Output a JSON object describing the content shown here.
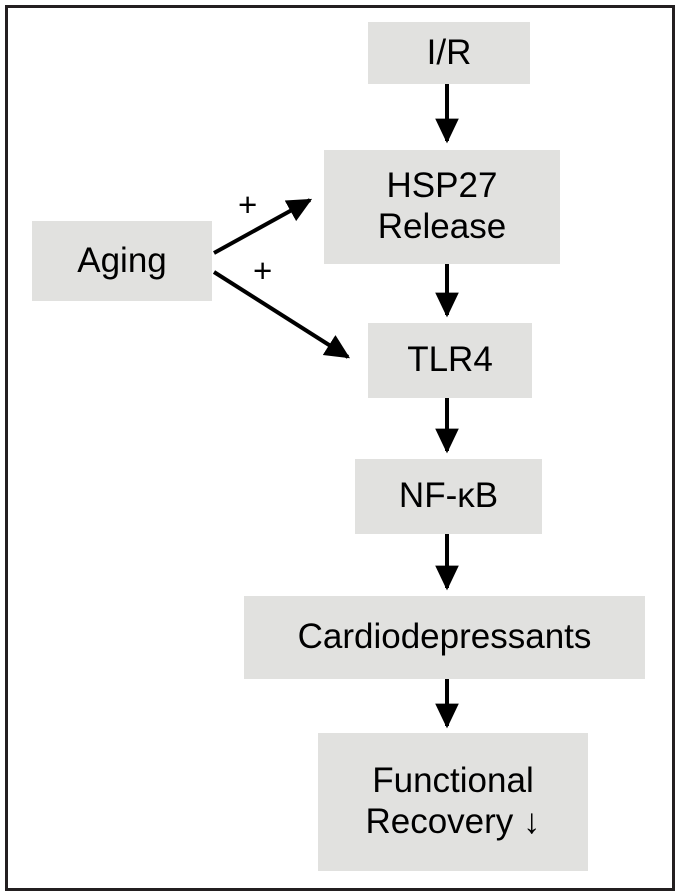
{
  "figure": {
    "title": "Aging-HSP27-TLR4-NF-kB signaling pathway schematic",
    "border_color": "#231f20",
    "background_color": "#ffffff",
    "node_fill_color": "#e1e1df",
    "text_color": "#000000",
    "arrow_color": "#000000"
  },
  "nodes": [
    {
      "id": "ir",
      "label": "I/R"
    },
    {
      "id": "hsp27",
      "label": "HSP27\nRelease"
    },
    {
      "id": "aging",
      "label": "Aging"
    },
    {
      "id": "tlr4",
      "label": "TLR4"
    },
    {
      "id": "nfkb",
      "label": "NF-κB"
    },
    {
      "id": "cardiodepressants",
      "label": "Cardiodepressants"
    },
    {
      "id": "functional_recovery",
      "label": "Functional\nRecovery ↓"
    }
  ],
  "edges": [
    {
      "id": "ir-to-hsp27",
      "from": "ir",
      "to": "hsp27",
      "label": "",
      "style": "vertical-arrow"
    },
    {
      "id": "aging-to-hsp27",
      "from": "aging",
      "to": "hsp27",
      "label": "+",
      "style": "diagonal-arrow-up"
    },
    {
      "id": "aging-to-tlr4",
      "from": "aging",
      "to": "tlr4",
      "label": "+",
      "style": "diagonal-arrow-down"
    },
    {
      "id": "hsp27-to-tlr4",
      "from": "hsp27",
      "to": "tlr4",
      "label": "",
      "style": "vertical-arrow"
    },
    {
      "id": "tlr4-to-nfkb",
      "from": "tlr4",
      "to": "nfkb",
      "label": "",
      "style": "vertical-arrow"
    },
    {
      "id": "nfkb-to-cardiodepressants",
      "from": "nfkb",
      "to": "cardiodepressants",
      "label": "",
      "style": "vertical-arrow"
    },
    {
      "id": "cardiodepressants-to-functional-recovery",
      "from": "cardiodepressants",
      "to": "functional_recovery",
      "label": "",
      "style": "vertical-arrow"
    }
  ],
  "edge_labels": {
    "aging_to_hsp27": "+",
    "aging_to_tlr4": "+"
  }
}
